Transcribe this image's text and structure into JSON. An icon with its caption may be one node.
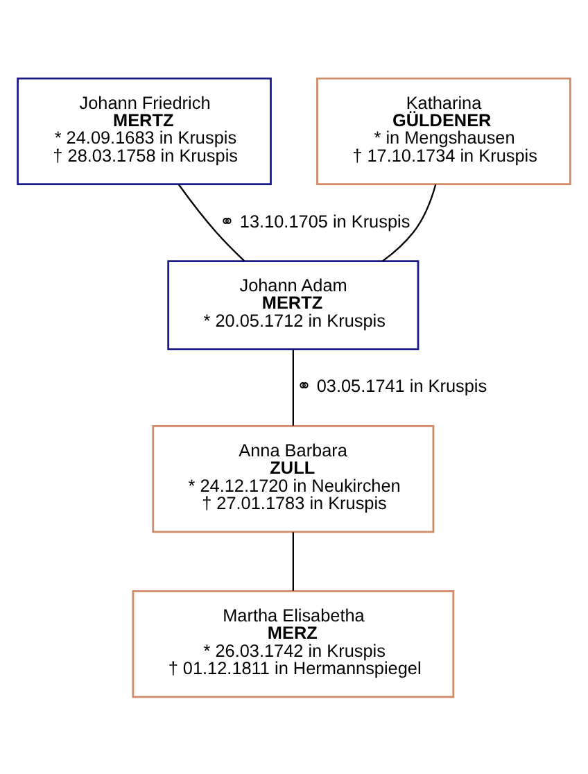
{
  "diagram": {
    "nodes": [
      {
        "text": [
          "Johann Friedrich",
          "MERTZ",
          "* 24.09.1683 in Kruspis",
          "† 28.03.1758 in Kruspis"
        ]
      },
      {
        "text": [
          "Katharina",
          "GÜLDENER",
          "* in Mengshausen",
          "† 17.10.1734 in Kruspis"
        ]
      },
      {
        "text": [
          "Johann Adam",
          "MERTZ",
          "* 20.05.1712 in Kruspis"
        ]
      },
      {
        "text": [
          "Anna Barbara",
          "ZULL",
          "* 24.12.1720 in Neukirchen",
          "† 27.01.1783 in Kruspis"
        ]
      },
      {
        "text": [
          "Martha Elisabetha",
          "MERZ",
          "* 26.03.1742 in Kruspis",
          "† 01.12.1811 in Hermannspiegel"
        ]
      }
    ],
    "edges": [
      {
        "from": 0,
        "to": 2,
        "arrow": "none",
        "label": "⚭ 13.10.1705 in Kruspis"
      },
      {
        "from": 1,
        "to": 2,
        "arrow": "none"
      },
      {
        "from": 2,
        "to": 3,
        "arrow": "none",
        "label": "⚭ 03.05.1741 in Kruspis"
      },
      {
        "from": 3,
        "to": 4,
        "arrow": "none"
      }
    ]
  }
}
